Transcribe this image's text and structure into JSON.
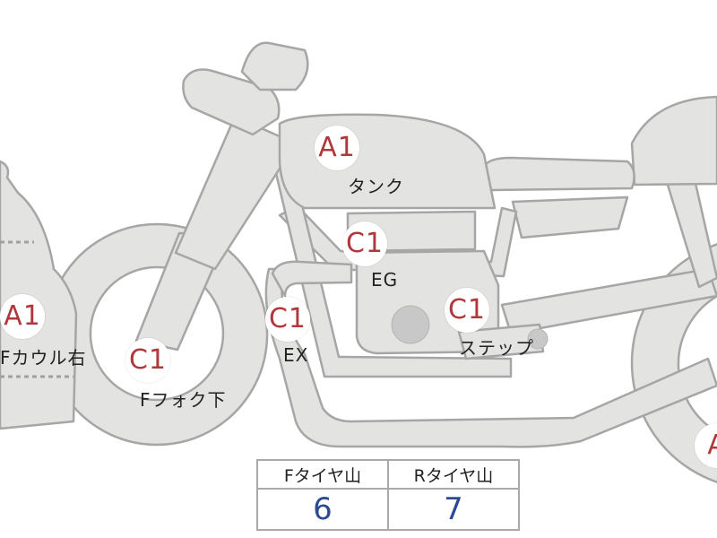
{
  "colors": {
    "bike_fill": "#e3e3e2",
    "bike_stroke": "#a6a6a6",
    "badge_text": "#b0383c",
    "value_text": "#2c4a92"
  },
  "parts": [
    {
      "grade": "A1",
      "label": "タンク"
    },
    {
      "grade": "C1",
      "label": "EG"
    },
    {
      "grade": "C1",
      "label": "ステップ"
    },
    {
      "grade": "C1",
      "label": "EX"
    },
    {
      "grade": "A1",
      "label": "Fカウル右"
    },
    {
      "grade": "C1",
      "label": "Fフォク下"
    },
    {
      "grade": "A",
      "label": ""
    }
  ],
  "tread": {
    "headers": [
      "Fタイヤ山",
      "Rタイヤ山"
    ],
    "values": [
      "6",
      "7"
    ]
  }
}
